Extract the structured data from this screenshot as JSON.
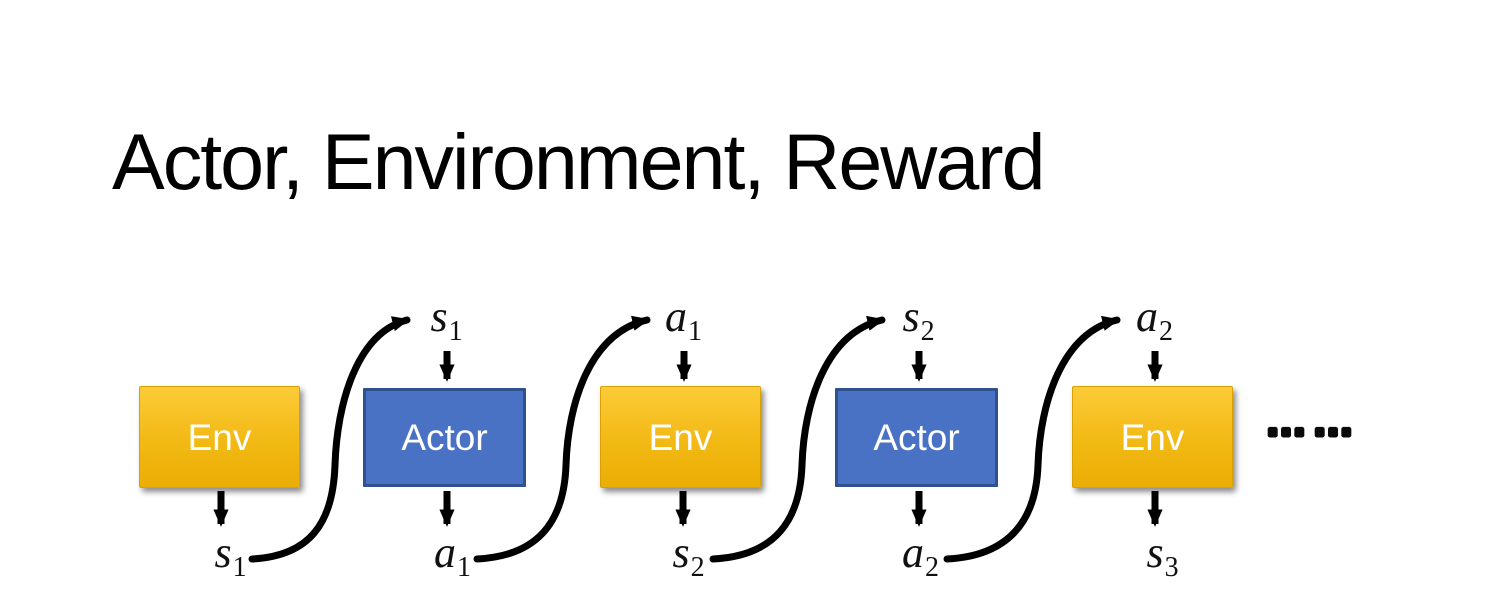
{
  "title": "Actor, Environment, Reward",
  "colors": {
    "env_gradient_top": "#FCCB38",
    "env_gradient_bottom": "#EBAD06",
    "env_border": "#D9A104",
    "actor_fill": "#4A72C4",
    "actor_border": "#2F528F",
    "arrow_color": "#000000",
    "box_text_color": "#FFFFFF",
    "title_color": "#000000"
  },
  "diagram": {
    "boxes": [
      {
        "label": "Env"
      },
      {
        "label": "Actor"
      },
      {
        "label": "Env"
      },
      {
        "label": "Actor"
      },
      {
        "label": "Env"
      }
    ],
    "top_labels": [
      {
        "base": "s",
        "sub": "1"
      },
      {
        "base": "a",
        "sub": "1"
      },
      {
        "base": "s",
        "sub": "2"
      },
      {
        "base": "a",
        "sub": "2"
      }
    ],
    "bottom_labels": [
      {
        "base": "s",
        "sub": "1"
      },
      {
        "base": "a",
        "sub": "1"
      },
      {
        "base": "s",
        "sub": "2"
      },
      {
        "base": "a",
        "sub": "2"
      },
      {
        "base": "s",
        "sub": "3"
      }
    ],
    "ellipsis": "……"
  }
}
